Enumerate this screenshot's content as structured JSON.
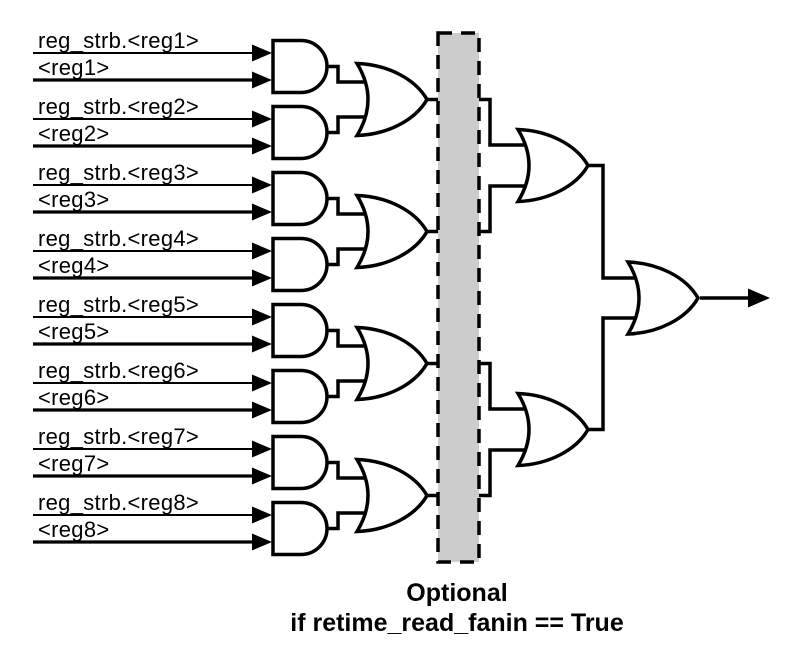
{
  "diagram": {
    "inputs": [
      {
        "strobe": "reg_strb.<reg1>",
        "value": "<reg1>"
      },
      {
        "strobe": "reg_strb.<reg2>",
        "value": "<reg2>"
      },
      {
        "strobe": "reg_strb.<reg3>",
        "value": "<reg3>"
      },
      {
        "strobe": "reg_strb.<reg4>",
        "value": "<reg4>"
      },
      {
        "strobe": "reg_strb.<reg5>",
        "value": "<reg5>"
      },
      {
        "strobe": "reg_strb.<reg6>",
        "value": "<reg6>"
      },
      {
        "strobe": "reg_strb.<reg7>",
        "value": "<reg7>"
      },
      {
        "strobe": "reg_strb.<reg8>",
        "value": "<reg8>"
      }
    ],
    "caption": {
      "line1": "Optional",
      "line2": "if retime_read_fanin == True"
    },
    "colors": {
      "stroke": "#000000",
      "retime_box_fill": "#cccccc",
      "background": "#ffffff"
    }
  }
}
